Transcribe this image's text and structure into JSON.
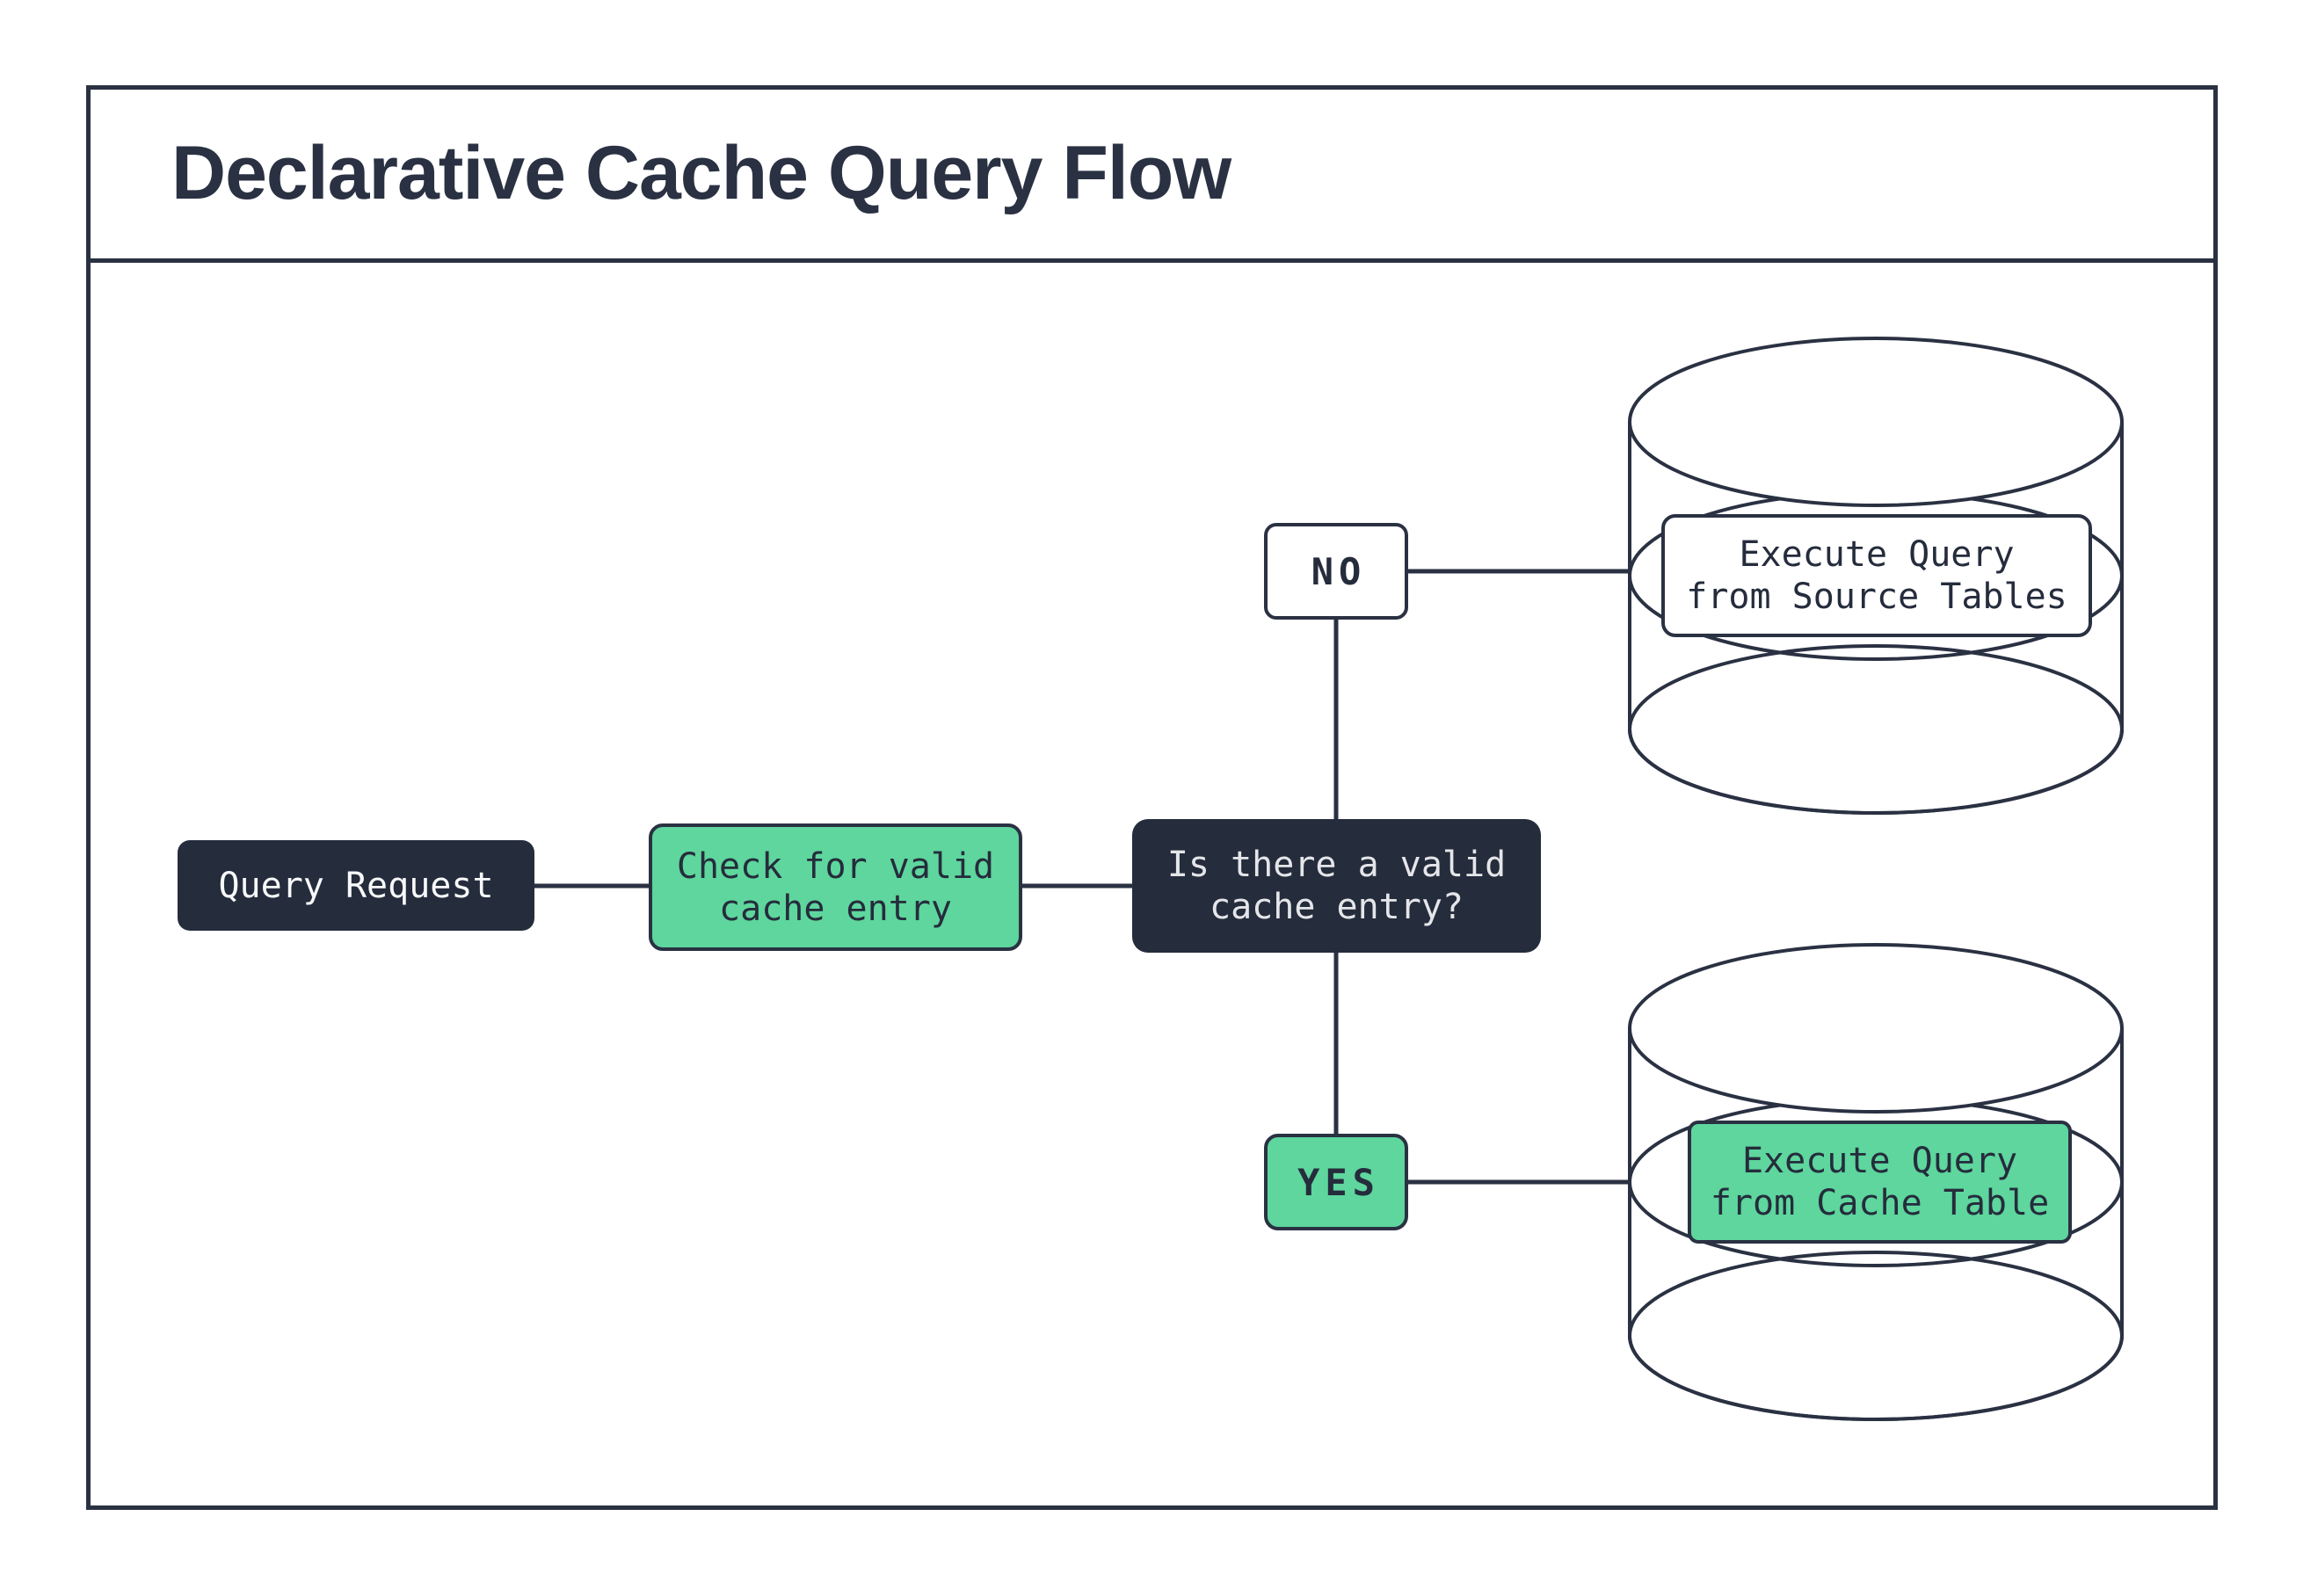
{
  "title": "Declarative Cache Query Flow",
  "colors": {
    "ink": "#2a3142",
    "dark": "#252c3c",
    "green": "#5ed69d",
    "white": "#ffffff",
    "light_text": "#e4e6e9",
    "bright_text": "#f7f9fa"
  },
  "nodes": {
    "query_request": {
      "lines": [
        "Query Request"
      ]
    },
    "check_cache": {
      "lines": [
        "Check for valid",
        "cache entry"
      ]
    },
    "decision": {
      "lines": [
        "Is there a valid",
        "cache entry?"
      ]
    },
    "branch_no": {
      "label": "NO"
    },
    "branch_yes": {
      "label": "YES"
    },
    "source_db": {
      "shape": "database-cylinder",
      "lines": [
        "Execute Query",
        "from Source Tables"
      ]
    },
    "cache_db": {
      "shape": "database-cylinder",
      "lines": [
        "Execute Query",
        "from Cache Table"
      ]
    }
  },
  "connections": [
    {
      "from": "query_request",
      "to": "check_cache"
    },
    {
      "from": "check_cache",
      "to": "decision"
    },
    {
      "from": "decision",
      "to": "branch_no"
    },
    {
      "from": "branch_no",
      "to": "source_db"
    },
    {
      "from": "decision",
      "to": "branch_yes"
    },
    {
      "from": "branch_yes",
      "to": "cache_db"
    }
  ]
}
